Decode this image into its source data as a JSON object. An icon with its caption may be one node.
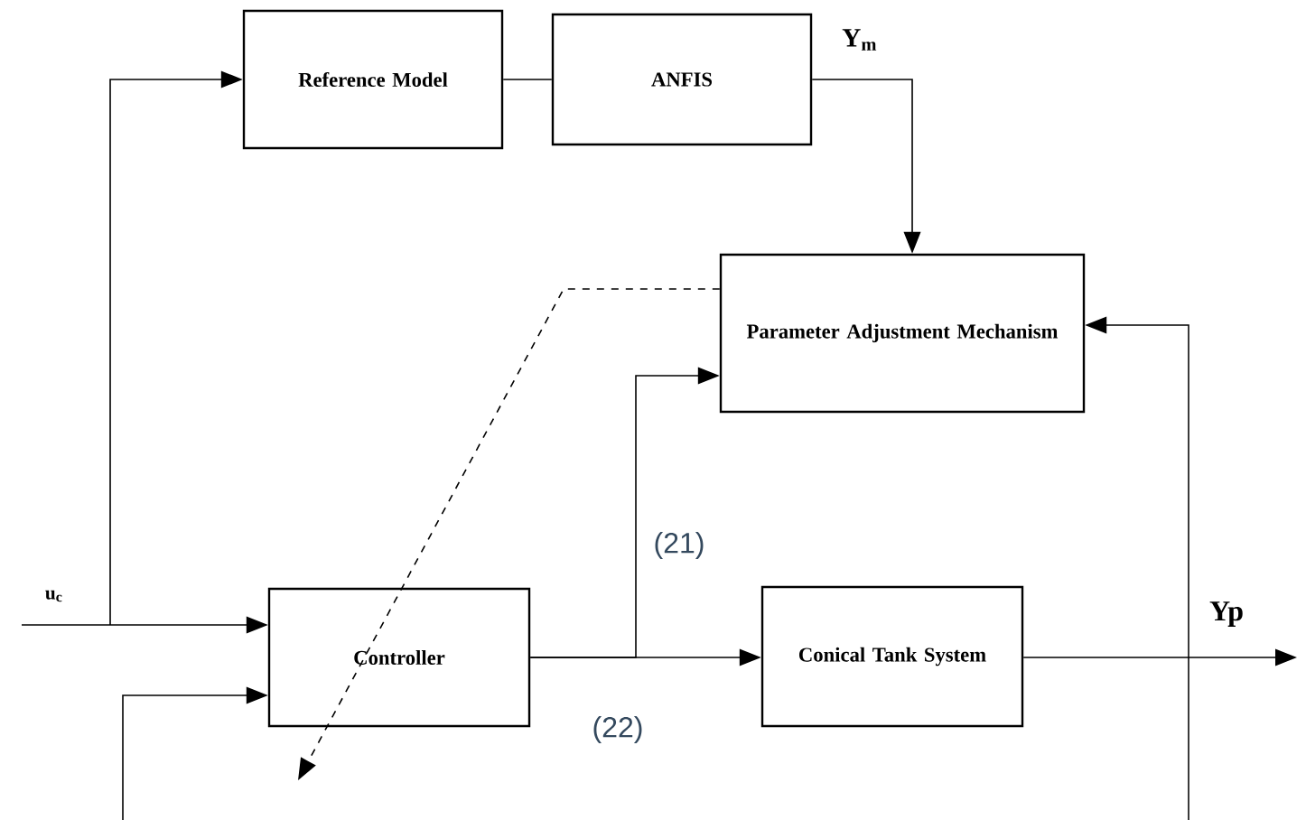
{
  "diagram": {
    "nodes": [
      {
        "text": [
          "Reference Model"
        ]
      },
      {
        "text": [
          "ANFIS"
        ]
      },
      {
        "text": [
          "Parameter Adjustment Mechanism"
        ]
      },
      {
        "text": [
          "Controller"
        ]
      },
      {
        "text": [
          "Conical Tank System"
        ]
      }
    ],
    "edges": [
      {
        "from": 0,
        "to": 1,
        "arrow": "none"
      },
      {
        "from": 1,
        "to": 2,
        "arrow": "to",
        "label": "Y$_{m}$"
      },
      {
        "from": null,
        "to": 3,
        "arrow": "to",
        "label": "u$_{c}$"
      },
      {
        "from": null,
        "to": 0,
        "arrow": "to"
      },
      {
        "from": 3,
        "to": 4,
        "arrow": "to"
      },
      {
        "from": 3,
        "to": 2,
        "arrow": "to"
      },
      {
        "from": 4,
        "to": null,
        "arrow": "to",
        "label": "Yp"
      },
      {
        "from": null,
        "to": 2,
        "arrow": "to"
      },
      {
        "from": null,
        "to": 3,
        "arrow": "to"
      },
      {
        "from": 2,
        "to": null,
        "arrow": "to",
        "style": "dashed"
      }
    ],
    "labels": [
      "(21)",
      "(22)"
    ]
  }
}
